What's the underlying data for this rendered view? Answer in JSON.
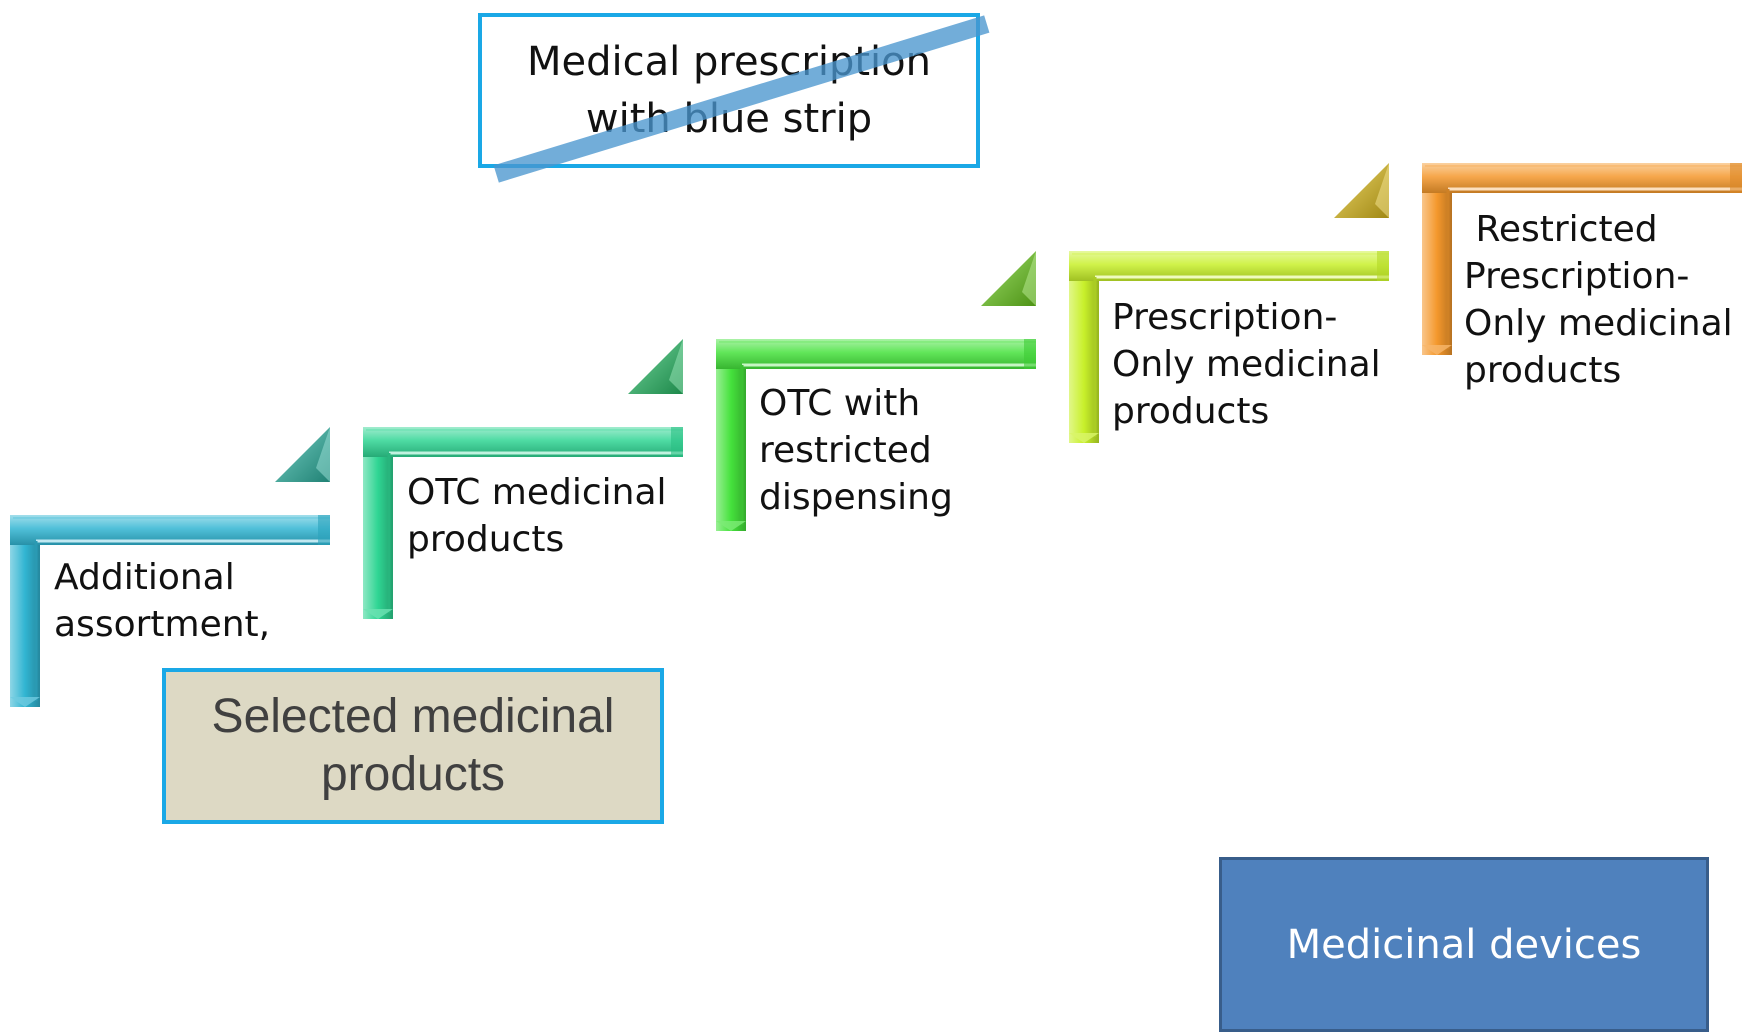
{
  "steps": [
    {
      "id": "additional",
      "label": "Additional\nassortment,",
      "color": "#31b5d2"
    },
    {
      "id": "otc",
      "label": "OTC medicinal\nproducts",
      "color": "#2fd593"
    },
    {
      "id": "otc-restricted",
      "label": "OTC with\nrestricted\ndispensing",
      "color": "#45e23c"
    },
    {
      "id": "prescription",
      "label": "Prescription-\nOnly medicinal\nproducts",
      "color": "#c8f02a"
    },
    {
      "id": "restricted-prescription",
      "label": " Restricted\nPrescription-\nOnly medicinal\nproducts",
      "color": "#f4982c"
    }
  ],
  "arrow_colors": [
    "#2eb8a6",
    "#2ac26a",
    "#6ed11e",
    "#e4c21c"
  ],
  "callouts": {
    "prescription_note": "Medical prescription\nwith blue strip",
    "selected": "Selected medicinal\nproducts",
    "devices": "Medicinal devices"
  },
  "colors": {
    "callout_border": "#1aa8e6",
    "selected_fill": "#ddd9c4",
    "devices_fill": "#4f81bd",
    "strike": "#4a96ce"
  }
}
